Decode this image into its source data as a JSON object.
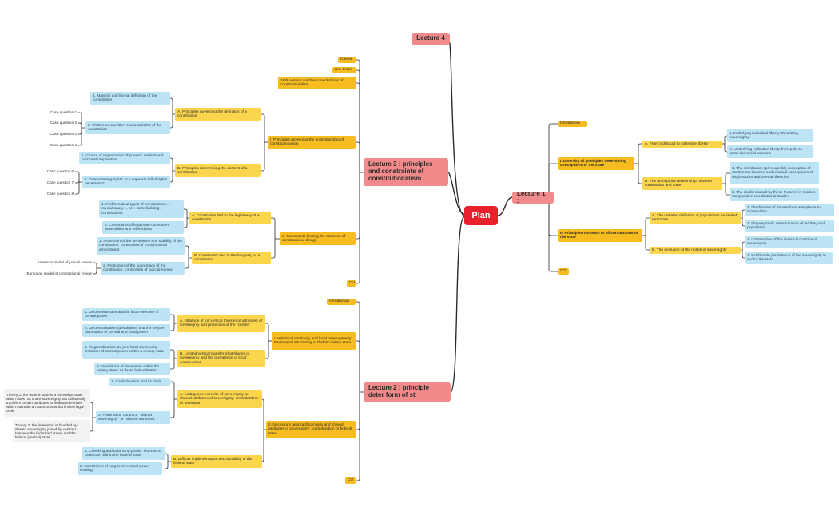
{
  "center": {
    "label": "Plan"
  },
  "lecture4": {
    "label": "Lecture 4"
  },
  "lecture1": {
    "label": "Lecture 1 :",
    "intro": "Introduction",
    "diversity": {
      "label": "I. Diversity of principles determining conceptions of the state",
      "a": {
        "label": "A. From individual to collective liberty",
        "leaves": [
          "1.Underlying individual liberty: theorizing sovereignty",
          "2. Underlying collective liberty from polis to state: the social contract"
        ]
      },
      "b": {
        "label": "B. The ambiguous relationship between constitution and state",
        "leaves": [
          "1. The constitutive (prerequisite) conception of continental theories and residual conceptions of anglo-saxon and oriental theories",
          "2. The divide caused by these theories in modern comparative constitutional studies"
        ]
      }
    },
    "common": {
      "label": "II. Principles common to all conceptions of the state",
      "a": {
        "label": "A. The debated definition of populations on limited territories",
        "leaves": [
          "1. the theoretical debate from westphalia to montevideo",
          "2. the pragmatic determination of territory and population"
        ]
      },
      "b": {
        "label": "B. The evolution of the notion of sovereignty",
        "leaves": [
          "1. contestation of the classical doctrine of sovereignty",
          "2. indubitable persistence of the sovereignty in and of the state"
        ]
      }
    },
    "ccl": "Ccl"
  },
  "lecture3": {
    "label": "Lecture 3 : principles and constraints of constitutionalism",
    "caveat": "Caveat",
    "keyterms": "Key terms",
    "century": "18th century and the consolidation of constitutionalism",
    "understanding": {
      "label": "I. Principles governing the understanding of constitutionalism",
      "a": {
        "label": "A. Principles governing the definition of a constitution",
        "leaf1": "1. Material and formal definition of the constitution",
        "leaf2": "2. Written or unwritten characteristics of the constitution",
        "cases": [
          "Case question 1",
          "Case question 2",
          "Case question 3",
          "Case question 4"
        ]
      },
      "b": {
        "label": "B. Principles determining the content of a constitution",
        "leaf1": "1. Choice of organisation of powers: vertical and horizontal separation",
        "leaf2": "2. Guaranteeing rights: is a separate bill of rights necessary?",
        "cases": [
          "Case question 6",
          "Case question 7",
          "Case question 8"
        ]
      }
    },
    "contours": {
      "label": "II. Constraints limiting the contours of constitutional design",
      "a": {
        "label": "A. Constraints tied to the legitimacy of a constitution",
        "leaf1": "1. Problematical types of constitutions: « revolutionary », or « state-building » constitutions",
        "leaf2": "2. Constraints of legitimate constituent assemblies and referedums"
      },
      "b": {
        "label": "B. Constraints tied to the longevity of a constitution",
        "leaf1": "1. Protection of the pertinence and stability of the constitution: constraints of constitutional amendment",
        "leaf2": "2. Protection of the supremacy of the constitution: constraints of judicial review",
        "models": [
          "American model of judicial review",
          "European model of constitutional review"
        ]
      }
    },
    "ccl": "Ccl"
  },
  "lecture2": {
    "label": "Lecture 2 : principle deter form of st",
    "intro": "Introduction",
    "continuity": {
      "label": "I. Historical continuity and local heterogeneity: the internal structuring of thefold unitary state",
      "a": {
        "label": "A.  Absence of full vertical transfer of attributes of sovereignty and protection of the \"centre\"",
        "leaf1": "1. Deconcentration and de facto exercise of central power",
        "leaf2": "2. Decentralisation (devolution) and the de jure distribution of central and local power"
      },
      "b": {
        "label": "B. Limited vertical transfer of attributes of sovereignty and the prevalence of local communities",
        "leaf1": "1. Regionalization: de jure local community limitation of central power within a unitary state",
        "leaf2": "2. New forms of devolution within the unitary state: de facto federalization"
      }
    },
    "unity": {
      "label": "II. Necessary geographical unity and shared attributes of sovereignty: confederation or federal state",
      "a": {
        "label": "A. Ambiguous exercise of sovereignty or shared attributes of sovereignty: confederation or federation",
        "leaf1": "1. Confederation and its limits",
        "leaf2": "2. Federation: contract, \"shared sovereignty\" or \"shared attributes\"?",
        "theory1": "Theory 1: the federal state is a sovereign state which does not share sovereignty but unilaterally transfers certain attributes to federated entities which maintain an autonomous but limited legal order",
        "theory2": "Theory 2: the federation is founded by shared sovereignty joined by contract between the federated states and the federal (central) state"
      },
      "b": {
        "label": "B. Difficult implementation and durability of the federal state",
        "leaf1": "1. Checking and balancing power: short-term protection within the federal state",
        "leaf2": "2. Constraints of long-term vertical power sharing"
      }
    },
    "ccl": "Ccl"
  },
  "colors": {
    "center": "#e8212d",
    "lecture": "#f08a8b",
    "branch": "#f7bc1f",
    "sub": "#fbd64d",
    "leaf": "#bde4f5",
    "link": "#2b2b2b"
  }
}
